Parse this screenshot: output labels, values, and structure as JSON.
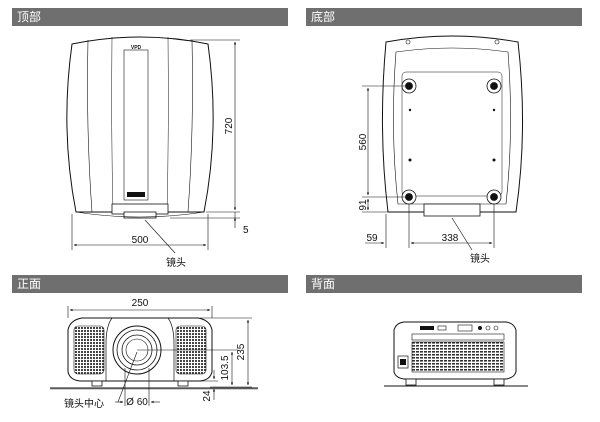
{
  "panels": {
    "top": {
      "title": "顶部",
      "dims": {
        "width": "500",
        "depth": "720",
        "lens_offset": "5"
      },
      "lens_label": "镜头",
      "logo_text": "VPD"
    },
    "bottom": {
      "title": "底部",
      "dims": {
        "foot_span": "560",
        "front_offset": "91",
        "side_offset": "59",
        "foot_width": "338"
      },
      "lens_label": "镜头"
    },
    "front": {
      "title": "正面",
      "dims": {
        "width": "250",
        "height": "235",
        "lens_height": "103.5",
        "lens_dia": "Ø 60",
        "foot_height": "24"
      },
      "lens_center_label": "镜头中心"
    },
    "back": {
      "title": "背面"
    }
  }
}
